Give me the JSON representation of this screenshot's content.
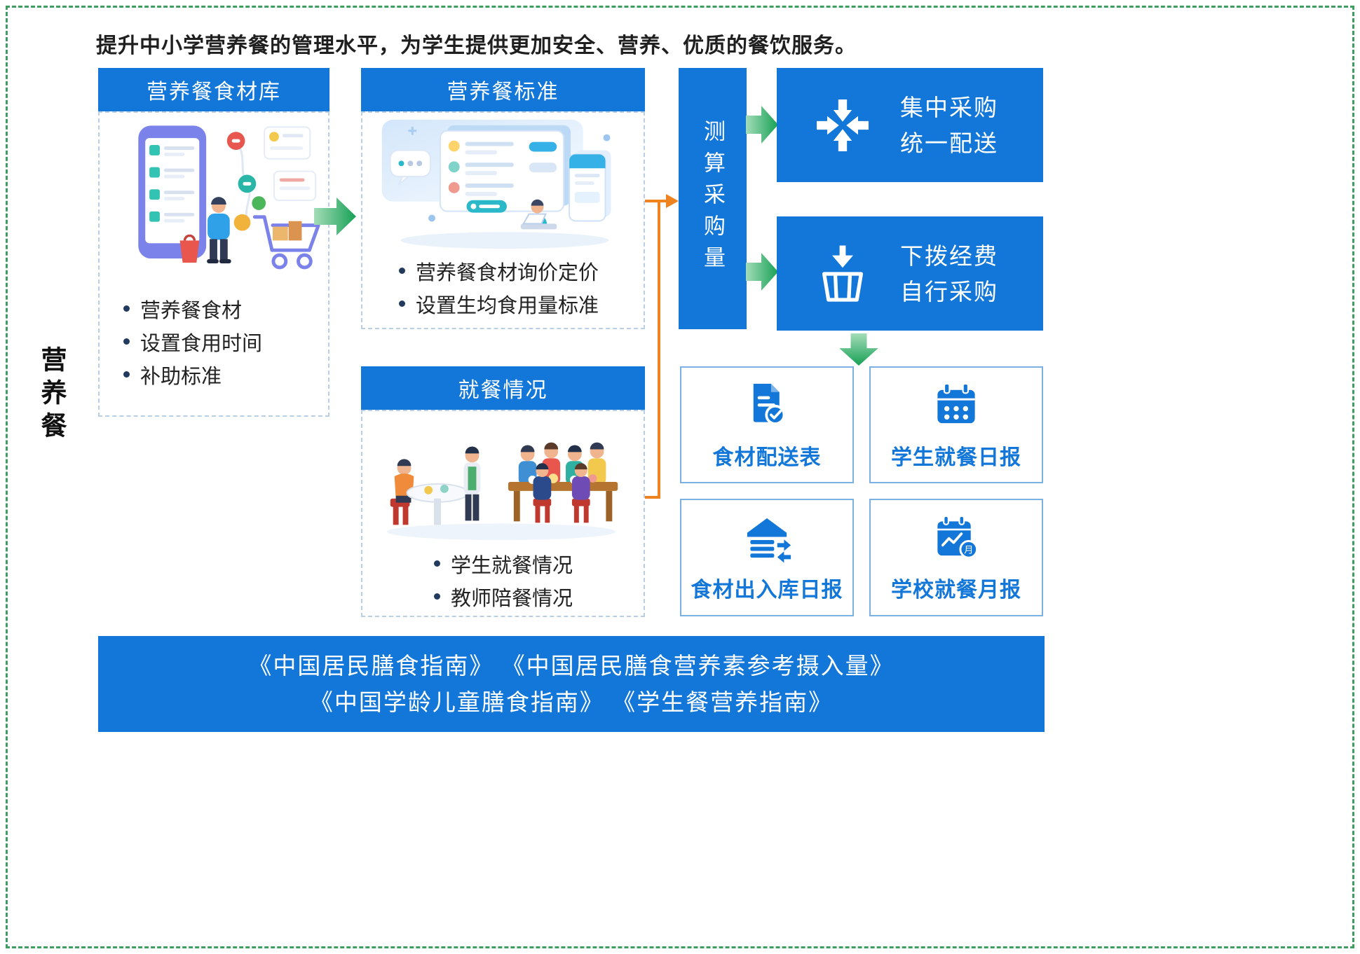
{
  "header": {
    "top_text": "提升中小学营养餐的管理水平，为学生提供更加安全、营养、优质的餐饮服务。",
    "side_label": "营养餐"
  },
  "boxes": {
    "ingredient_library": {
      "title": "营养餐食材库",
      "bullets": [
        "营养餐食材",
        "设置食用时间",
        "补助标准"
      ],
      "illustration": "phone-shopping-illustration"
    },
    "meal_standard": {
      "title": "营养餐标准",
      "bullets": [
        "营养餐食材询价定价",
        "设置生均食用量标准"
      ],
      "illustration": "pricing-screens-illustration"
    },
    "dining_status": {
      "title": "就餐情况",
      "bullets": [
        "学生就餐情况",
        "教师陪餐情况"
      ],
      "illustration": "dining-people-illustration"
    },
    "purchase_calc": {
      "title": "测算采购量"
    },
    "central_purchase": {
      "line1": "集中采购",
      "line2": "统一配送",
      "icon": "converge-arrows-icon"
    },
    "self_purchase": {
      "line1": "下拨经费",
      "line2": "自行采购",
      "icon": "basket-download-icon"
    }
  },
  "reports": [
    {
      "label": "食材配送表",
      "icon": "document-check-icon"
    },
    {
      "label": "学生就餐日报",
      "icon": "calendar-daily-icon"
    },
    {
      "label": "食材出入库日报",
      "icon": "warehouse-transfer-icon"
    },
    {
      "label": "学校就餐月报",
      "icon": "calendar-monthly-icon"
    }
  ],
  "icons": {
    "month_char": "月"
  },
  "footer": {
    "line1": "《中国居民膳食指南》 《中国居民膳食营养素参考摄入量》",
    "line2": "《中国学龄儿童膳食指南》 《学生餐营养指南》"
  },
  "colors": {
    "primary_blue": "#1277d8",
    "arrow_green": "#17a155",
    "connector_orange": "#ef8320",
    "border_green": "#3f9e5f"
  }
}
